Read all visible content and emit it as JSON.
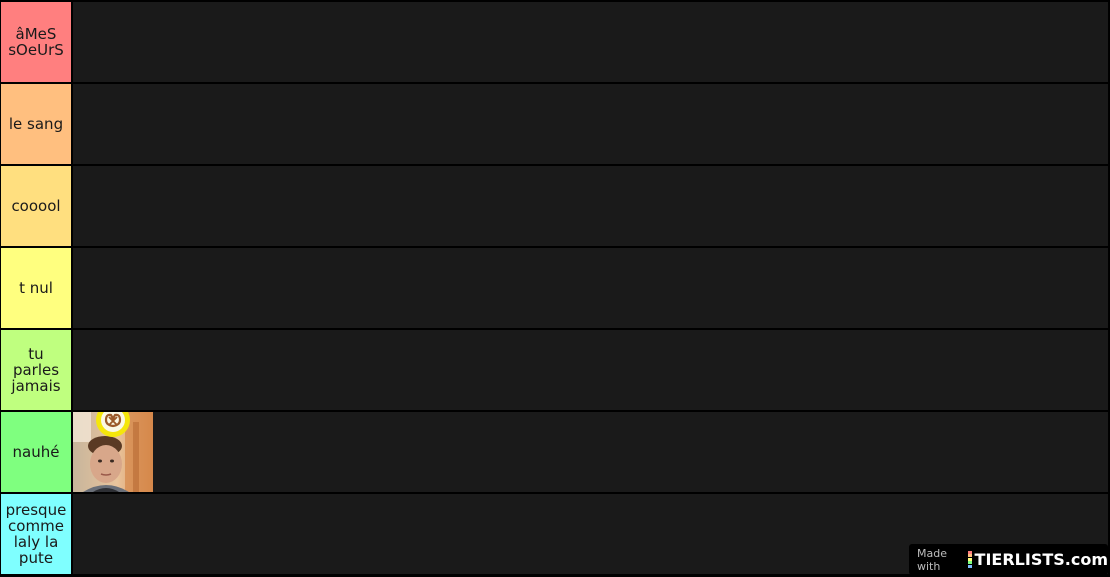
{
  "tiers": [
    {
      "label": "âMeS sOeUrS",
      "color": "#ff7f7f"
    },
    {
      "label": "le sang",
      "color": "#ffbf7f"
    },
    {
      "label": "cooool",
      "color": "#ffdf7f"
    },
    {
      "label": "t nul",
      "color": "#ffff7f"
    },
    {
      "label": "tu parles jamais",
      "color": "#bfff7f"
    },
    {
      "label": "nauhé",
      "color": "#7fff7f"
    },
    {
      "label": "presque comme laly la pute",
      "color": "#7fffff"
    }
  ],
  "background_color": "#1a1a1a",
  "watermark": {
    "made_with": "Made with",
    "brand": "TIERLISTS.com"
  },
  "items": [
    {
      "tier_index": 5,
      "icon": "pretzel-filter-portrait-photo"
    }
  ]
}
